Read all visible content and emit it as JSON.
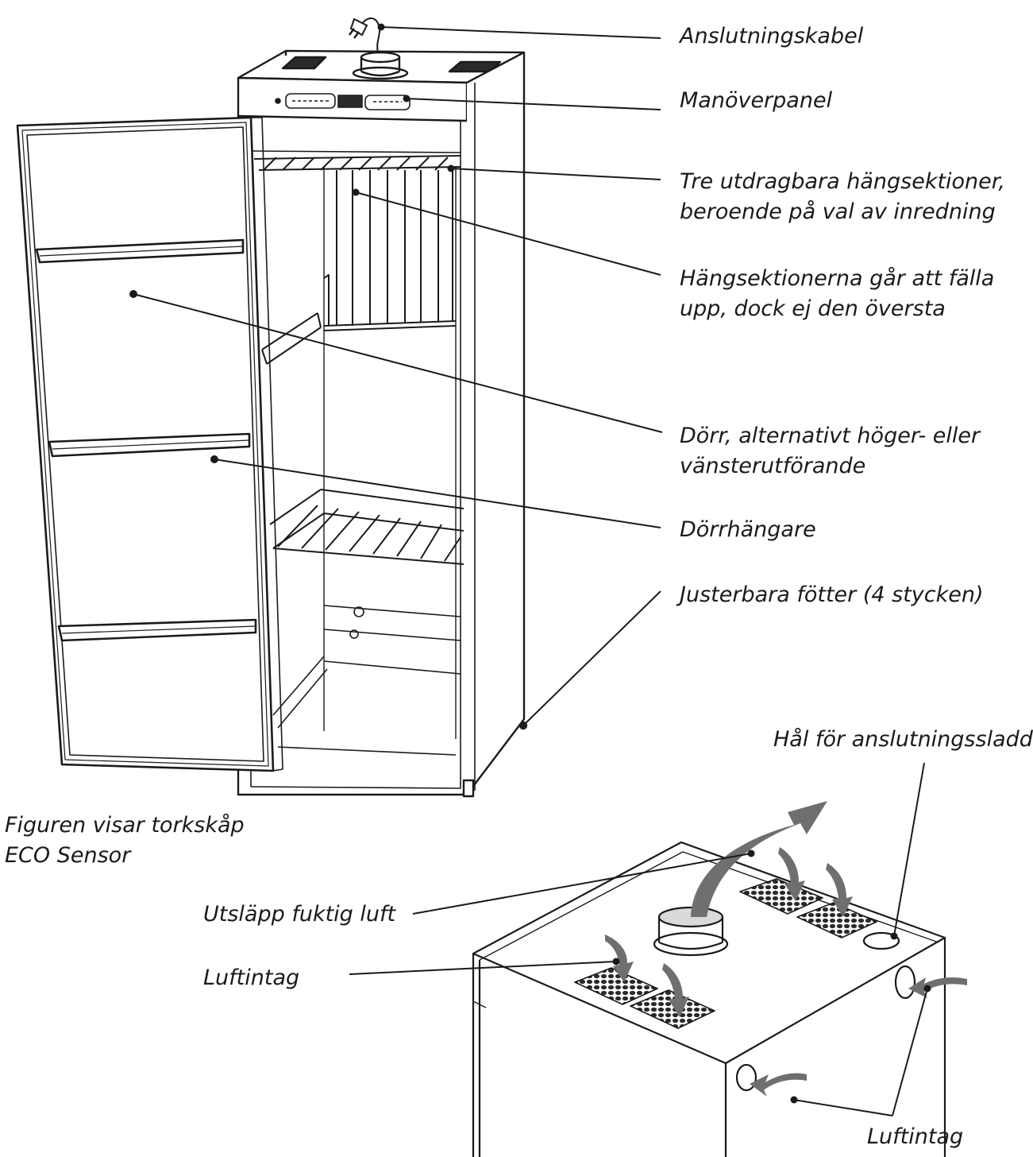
{
  "labels": {
    "cable": "Anslutningskabel",
    "panel": "Manöverpanel",
    "sections_1": "Tre utdragbara hängsektioner,",
    "sections_2": "beroende på val av inredning",
    "fold_1": "Hängsektionerna går att fälla",
    "fold_2": "upp, dock ej den översta",
    "door_1": "Dörr, alternativt höger- eller",
    "door_2": "vänsterutförande",
    "door_hanger": "Dörrhängare",
    "feet": "Justerbara fötter (4 stycken)",
    "cord_hole": "Hål för anslutningssladd",
    "caption_1": "Figuren visar torkskåp",
    "caption_2": "ECO Sensor",
    "moist_air": "Utsläpp fuktig luft",
    "air_intake_top": "Luftintag",
    "air_intake_side": "Luftintag"
  },
  "colors": {
    "line": "#1a1a1a",
    "arrow": "#6f6f6f",
    "vent": "#2a2a2a"
  }
}
